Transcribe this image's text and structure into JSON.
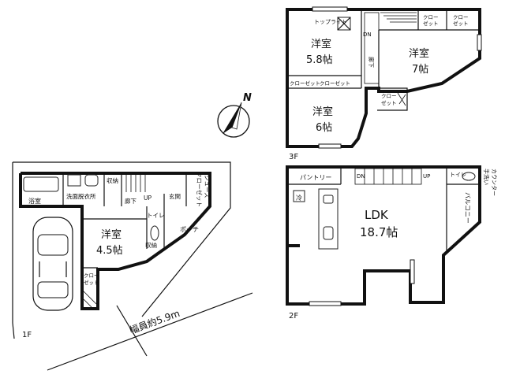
{
  "compass": {
    "north_label": "N"
  },
  "floors": {
    "f1": {
      "label": "1F",
      "road_label": "幅員約5.9m",
      "rooms": {
        "bath": "浴室",
        "washroom": "洗面脱衣所",
        "storage": "収納",
        "shoe_closet_1": "シューズ",
        "shoe_closet_2": "クローゼット",
        "up": "UP",
        "hallway": "廊下",
        "entrance": "玄関",
        "toilet": "トイレ",
        "bedroom_name": "洋室",
        "bedroom_size": "4.5帖",
        "bedroom_storage": "収納",
        "porch": "ポーチ",
        "closet_1": "クロー",
        "closet_2": "ゼット"
      }
    },
    "f2": {
      "label": "2F",
      "rooms": {
        "pantry": "パントリー",
        "ref": "冷",
        "dn": "DN",
        "up": "UP",
        "toilet": "トイレ",
        "handwash_1": "手洗い",
        "handwash_2": "カウンター",
        "balcony": "バルコニー",
        "ldk_name": "LDK",
        "ldk_size": "18.7帖"
      }
    },
    "f3": {
      "label": "3F",
      "rooms": {
        "toplight": "トップライト",
        "dn": "DN",
        "closet_a1": "クロー",
        "closet_a2": "ゼット",
        "closet_b1": "クロー",
        "closet_b2": "ゼット",
        "room1_name": "洋室",
        "room1_size": "5.8帖",
        "hallway": "廊下",
        "room2_name": "洋室",
        "room2_size": "7帖",
        "closet_c": "クローゼット",
        "closet_d": "クローゼット",
        "closet_e1": "クロー",
        "closet_e2": "ゼット",
        "room3_name": "洋室",
        "room3_size": "6帖"
      }
    }
  }
}
